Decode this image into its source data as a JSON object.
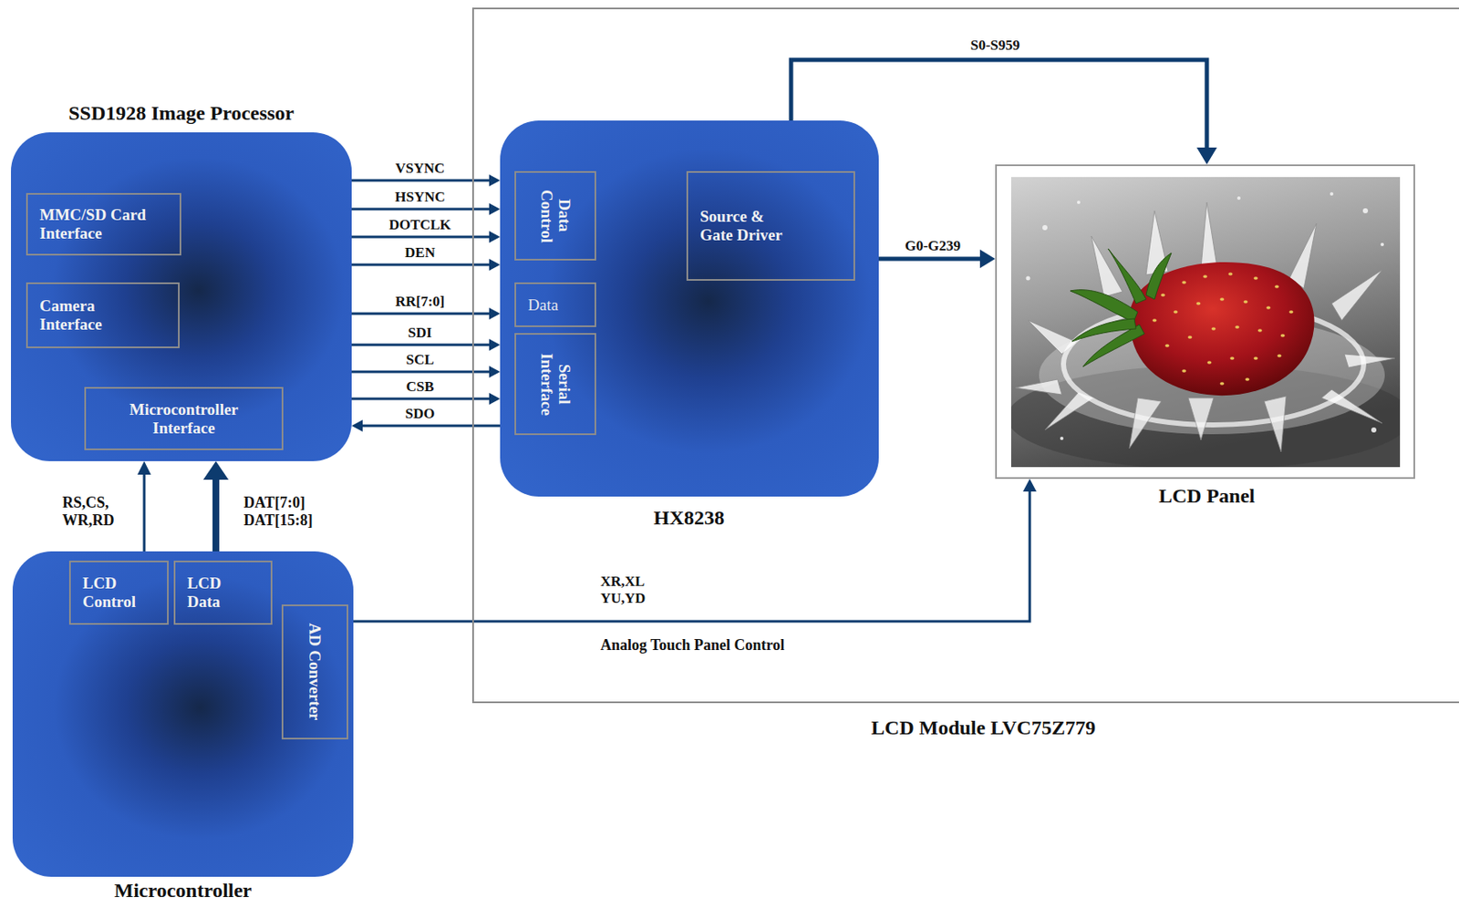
{
  "diagram": {
    "nodes": [
      {
        "text": [
          "SSD1928 Image Processor"
        ]
      },
      {
        "text": [
          "MMC/SD Card Interface"
        ],
        "in": 0
      },
      {
        "text": [
          "Camera Interface"
        ],
        "in": 0
      },
      {
        "text": [
          "Microcontroller Interface"
        ],
        "in": 0
      },
      {
        "text": [
          "Microcontroller"
        ]
      },
      {
        "text": [
          "LCD Control"
        ],
        "in": 4
      },
      {
        "text": [
          "LCD Data"
        ],
        "in": 4
      },
      {
        "text": [
          "AD Converter"
        ],
        "in": 4
      },
      {
        "text": [
          "LCD Module LVC75Z779"
        ]
      },
      {
        "text": [
          "HX8238"
        ],
        "in": 8
      },
      {
        "text": [
          "Data Control"
        ],
        "in": 9
      },
      {
        "text": [
          "Data"
        ],
        "in": 9
      },
      {
        "text": [
          "Serial Interface"
        ],
        "in": 9
      },
      {
        "text": [
          "Source & Gate Driver"
        ],
        "in": 9
      },
      {
        "text": [
          "LCD Panel"
        ],
        "in": 8
      }
    ],
    "edges": [
      {
        "from": 4,
        "to": 0,
        "label": "RS,CS, WR,RD",
        "arrow": "to"
      },
      {
        "from": 4,
        "to": 0,
        "label": "DAT[7:0] DAT[15:8]",
        "arrow": "to"
      },
      {
        "from": 0,
        "to": 9,
        "label": "VSYNC",
        "arrow": "to"
      },
      {
        "from": 0,
        "to": 9,
        "label": "HSYNC",
        "arrow": "to"
      },
      {
        "from": 0,
        "to": 9,
        "label": "DOTCLK",
        "arrow": "to"
      },
      {
        "from": 0,
        "to": 9,
        "label": "DEN",
        "arrow": "to"
      },
      {
        "from": 0,
        "to": 9,
        "label": "RR[7:0]",
        "arrow": "to"
      },
      {
        "from": 0,
        "to": 9,
        "label": "SDI",
        "arrow": "to"
      },
      {
        "from": 0,
        "to": 9,
        "label": "SCL",
        "arrow": "to"
      },
      {
        "from": 0,
        "to": 9,
        "label": "CSB",
        "arrow": "to"
      },
      {
        "from": 9,
        "to": 0,
        "label": "SDO",
        "arrow": "to"
      },
      {
        "from": 9,
        "to": 14,
        "label": "S0-S959",
        "arrow": "to"
      },
      {
        "from": 9,
        "to": 14,
        "label": "G0-G239",
        "arrow": "to"
      },
      {
        "from": 4,
        "to": 14,
        "label": "XR,XL YU,YD",
        "arrow": "to"
      }
    ],
    "labels": [
      "Analog Touch Panel Control"
    ]
  }
}
